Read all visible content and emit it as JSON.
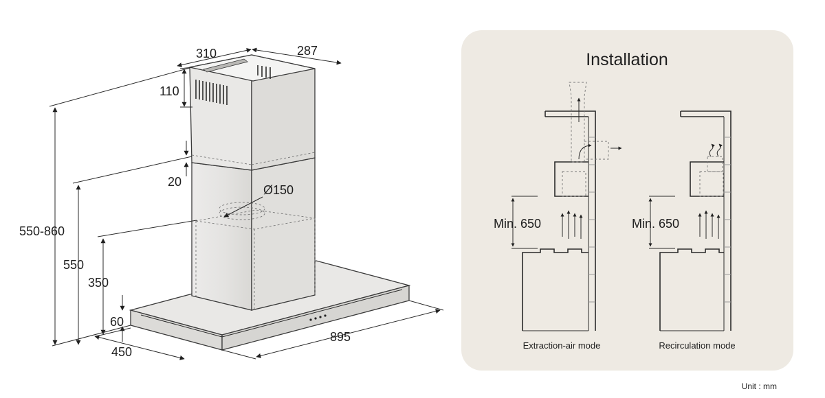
{
  "dimensions": {
    "chimney_width": "310",
    "chimney_depth": "287",
    "vent_height": "110",
    "overlap": "20",
    "outlet_diameter": "Ø150",
    "total_height_range": "550-860",
    "height_550": "550",
    "height_350": "350",
    "canopy_height": "60",
    "depth": "450",
    "width": "895"
  },
  "installation": {
    "title": "Installation",
    "extraction": {
      "min_label": "Min. 650",
      "caption": "Extraction-air mode"
    },
    "recirculation": {
      "min_label": "Min. 650",
      "caption": "Recirculation mode"
    }
  },
  "unit_note": "Unit : mm",
  "colors": {
    "panel_bg": "#eeeae3",
    "hood_fill": "#e7e6e4",
    "hood_dark": "#d4d3d0",
    "line": "#2a2a2a"
  }
}
